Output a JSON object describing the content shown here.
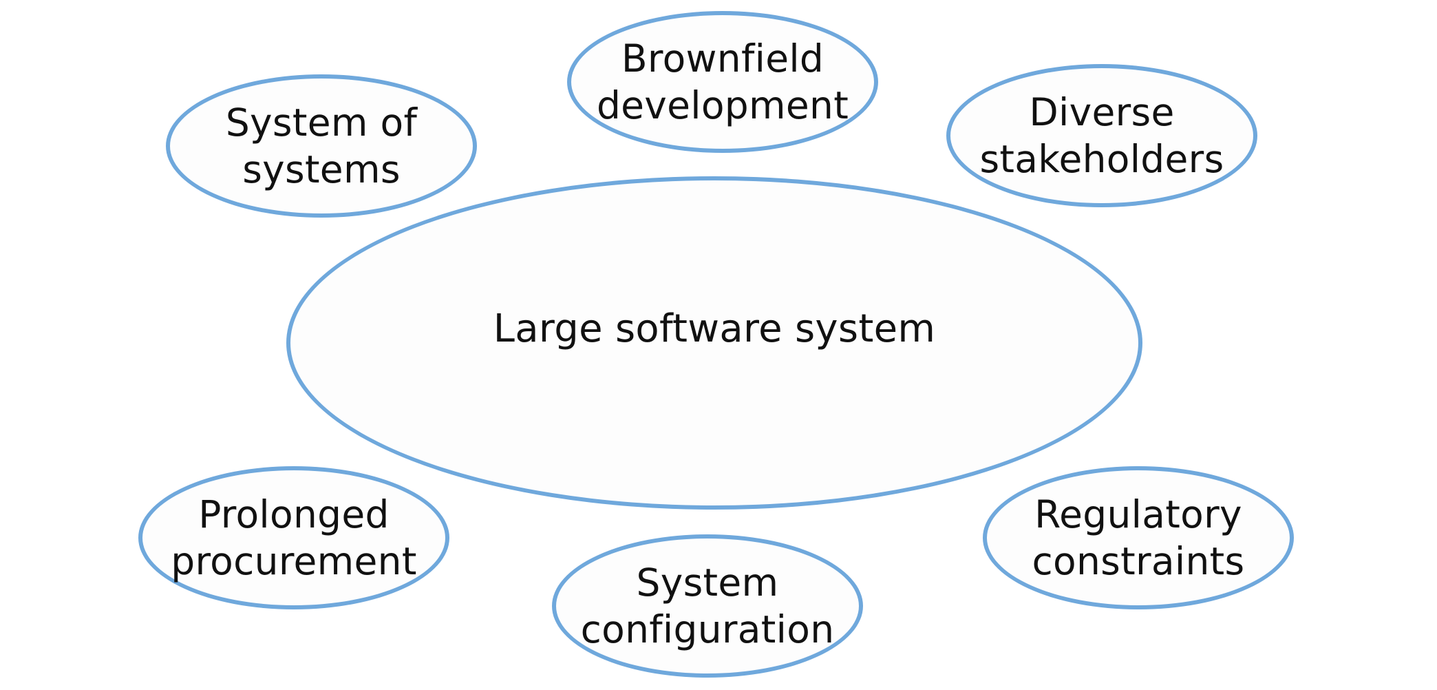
{
  "diagram": {
    "center": {
      "label": "Large software system"
    },
    "nodes": [
      {
        "id": "system-of-systems",
        "label": "System of\nsystems"
      },
      {
        "id": "brownfield-development",
        "label": "Brownfield\ndevelopment"
      },
      {
        "id": "diverse-stakeholders",
        "label": "Diverse\nstakeholders"
      },
      {
        "id": "prolonged-procurement",
        "label": "Prolonged\nprocurement"
      },
      {
        "id": "system-configuration",
        "label": "System\nconfiguration"
      },
      {
        "id": "regulatory-constraints",
        "label": "Regulatory\nconstraints"
      }
    ],
    "colors": {
      "outline": "#6fa8dc",
      "fill": "#fdfdfd",
      "text": "#111111"
    }
  }
}
